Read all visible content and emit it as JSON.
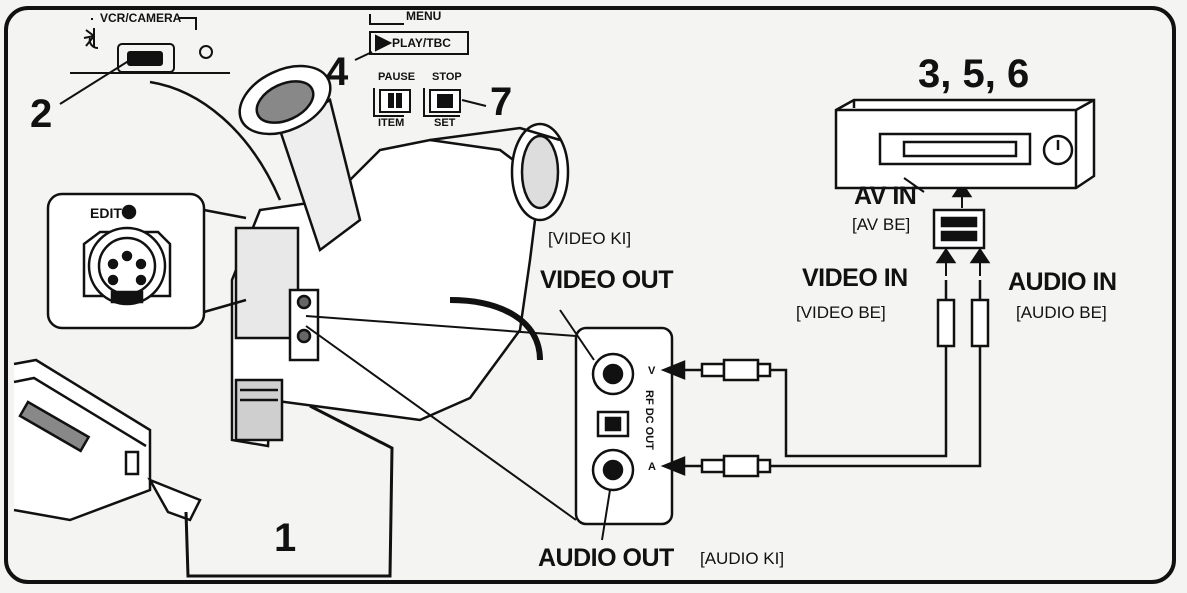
{
  "steps": {
    "step1": "1",
    "step2": "2",
    "step4": "4",
    "step7": "7",
    "step356": "3, 5, 6"
  },
  "buttons": {
    "vcr_camera": "VCR/CAMERA",
    "menu": "MENU",
    "play_tbc": "PLAY/TBC",
    "pause": "PAUSE",
    "item": "ITEM",
    "stop": "STOP",
    "set": "SET"
  },
  "terminals": {
    "edit": "EDIT",
    "video_out": "VIDEO OUT",
    "video_out_hu": "[VIDEO KI]",
    "audio_out": "AUDIO OUT",
    "audio_out_hu": "[AUDIO KI]",
    "rf_dc_out": "RF DC OUT",
    "v_mark": "V",
    "a_mark": "A"
  },
  "vcr": {
    "av_in": "AV IN",
    "av_in_hu": "[AV BE]",
    "video_in": "VIDEO IN",
    "video_in_hu": "[VIDEO BE]",
    "audio_in": "AUDIO IN",
    "audio_in_hu": "[AUDIO BE]"
  }
}
